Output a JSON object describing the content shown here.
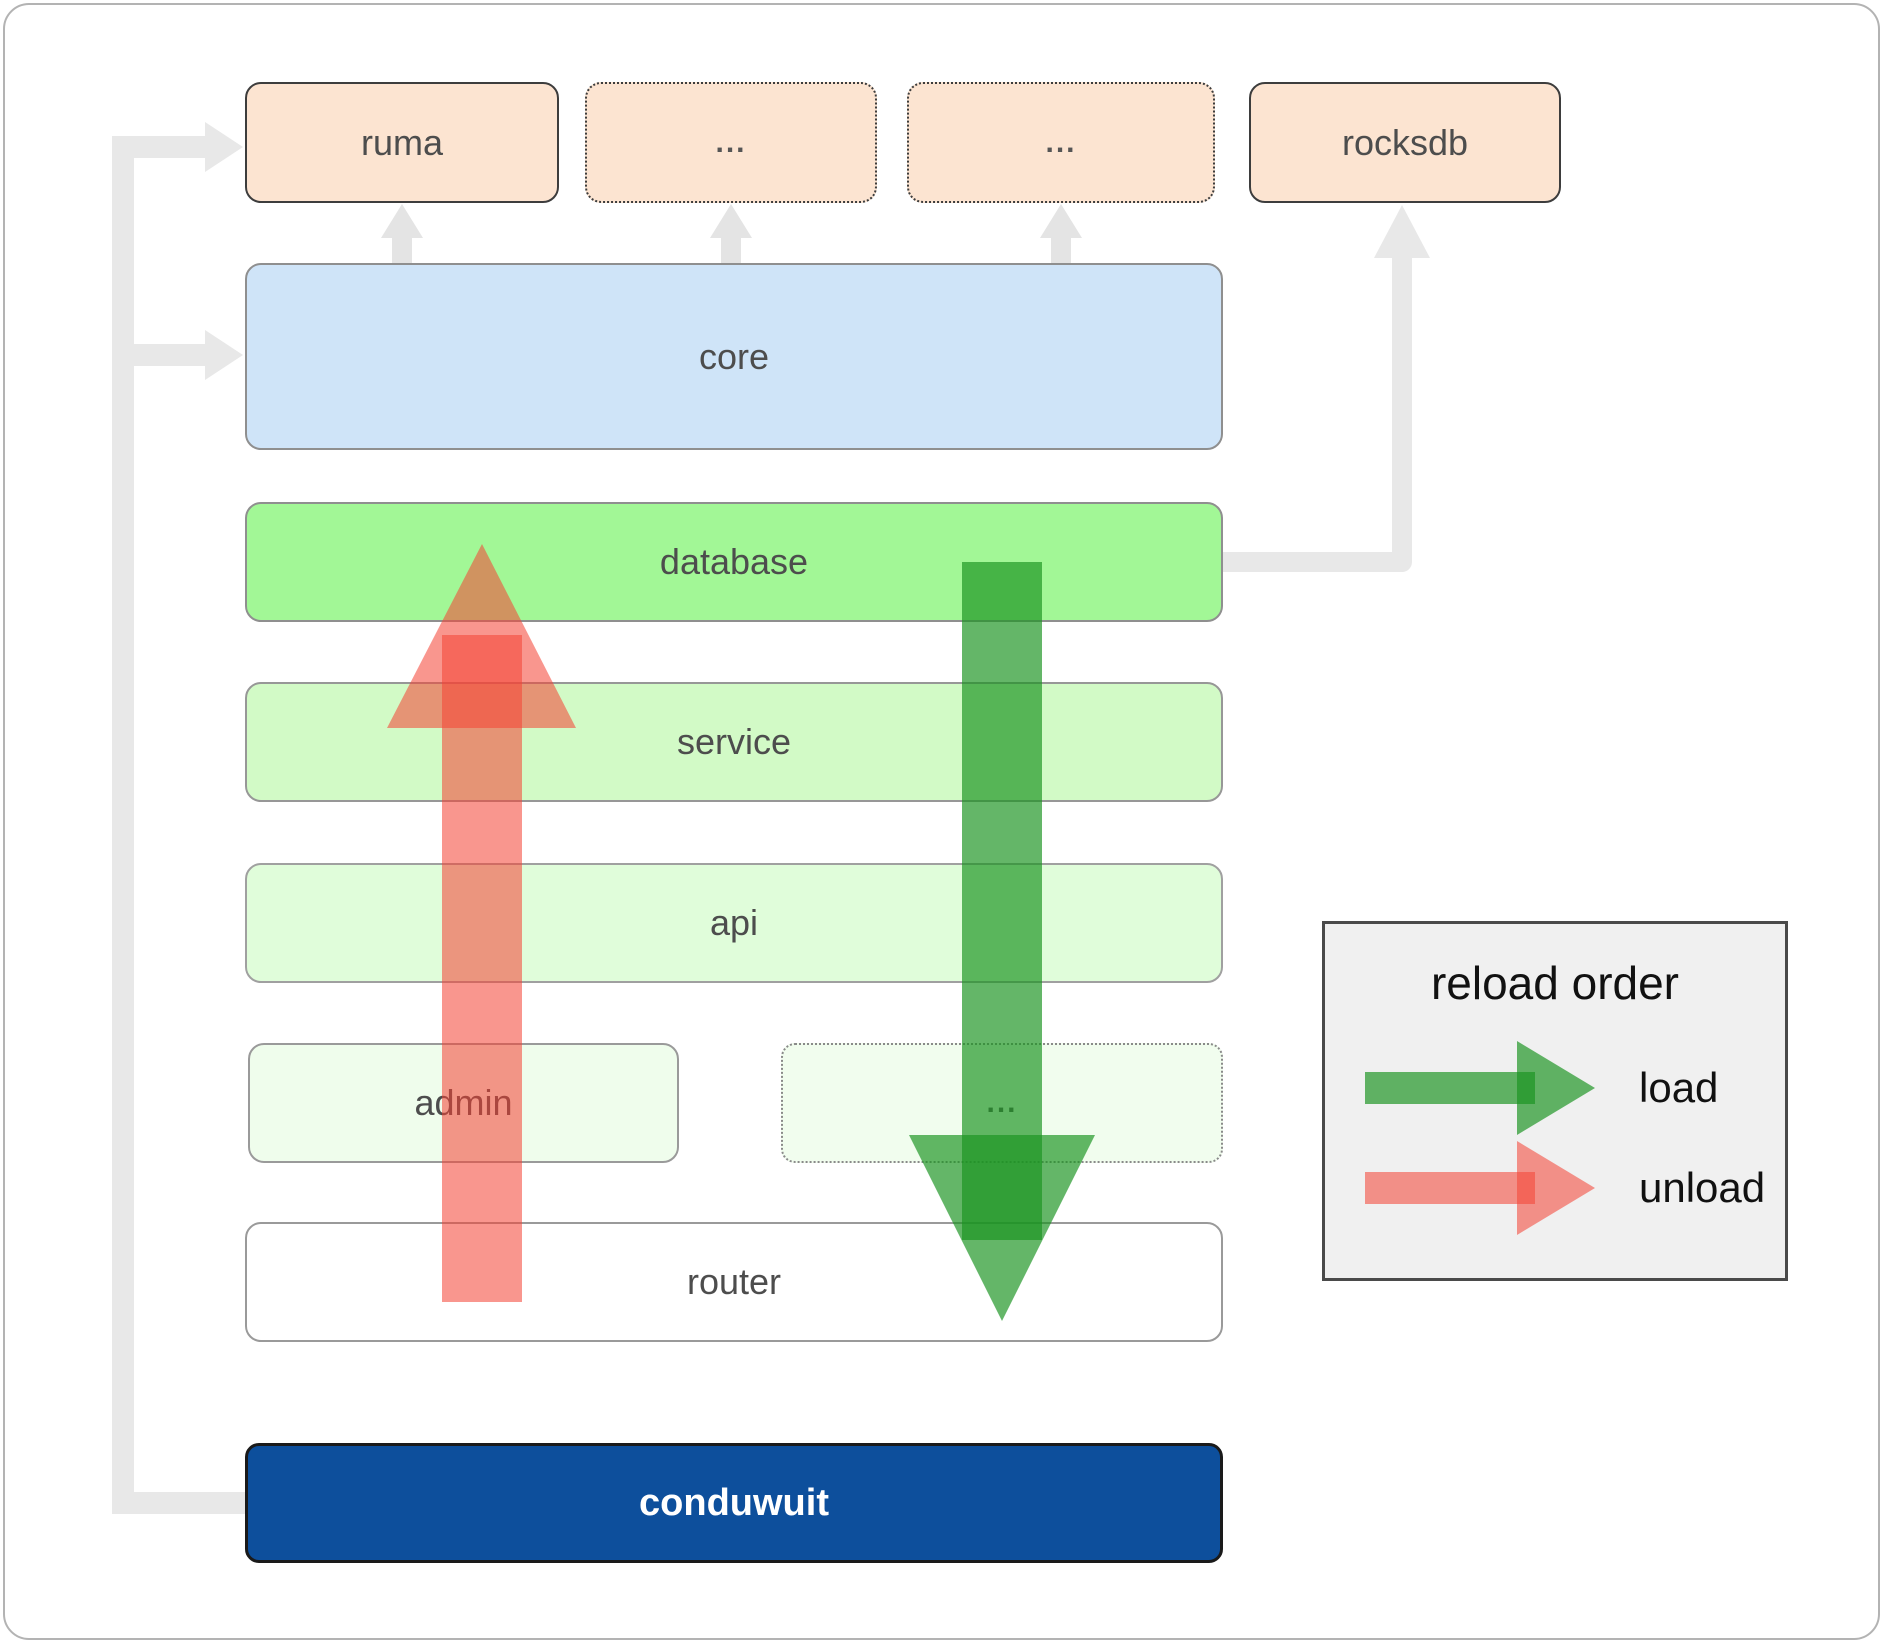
{
  "diagram": {
    "boxes": {
      "ruma": {
        "label": "ruma"
      },
      "dots_top_1": {
        "label": "..."
      },
      "dots_top_2": {
        "label": "..."
      },
      "rocksdb": {
        "label": "rocksdb"
      },
      "core": {
        "label": "core"
      },
      "database": {
        "label": "database"
      },
      "service": {
        "label": "service"
      },
      "api": {
        "label": "api"
      },
      "admin": {
        "label": "admin"
      },
      "dots_admin": {
        "label": "..."
      },
      "router": {
        "label": "router"
      },
      "conduwuit": {
        "label": "conduwuit"
      }
    },
    "legend": {
      "title": "reload order",
      "load_label": "load",
      "unload_label": "unload"
    },
    "colors": {
      "peach_box": "#fce4d1",
      "core_blue": "#cfe4f8",
      "database_green": "#a2f796",
      "service_green": "#d2fac6",
      "api_green": "#e0fdda",
      "admin_green": "#effdec",
      "router_white": "#ffffff",
      "conduwuit_navy": "#0d4f9c",
      "load_arrow_green": "rgba(26,148,33,0.68)",
      "unload_arrow_red": "rgba(244,67,54,0.56)",
      "connector_gray": "#e8e8e8",
      "label_gray": "#4d4d4d"
    }
  }
}
